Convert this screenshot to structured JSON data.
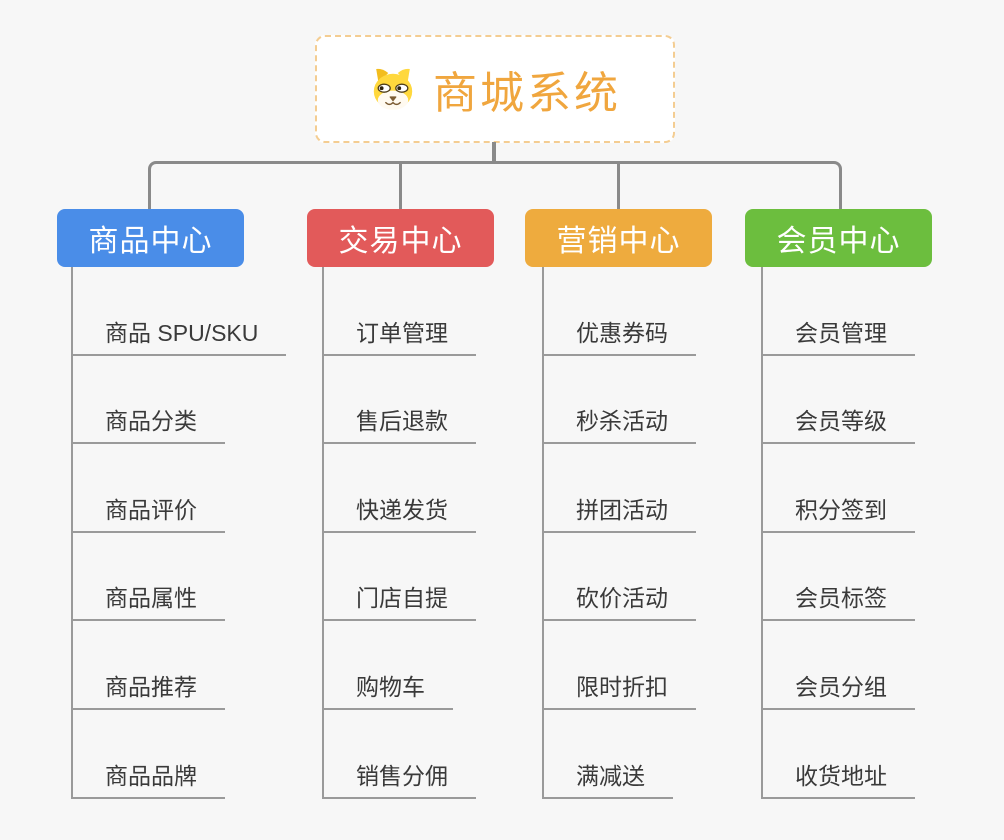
{
  "page": {
    "background": "#f7f7f7"
  },
  "root": {
    "title": "商城系统",
    "icon": "dog-icon",
    "title_color": "#f0a63e",
    "border_color": "#f4cd92"
  },
  "connector_color": "#8a8a8a",
  "branches": [
    {
      "label": "商品中心",
      "color": "#4a8de8",
      "children": [
        "商品 SPU/SKU",
        "商品分类",
        "商品评价",
        "商品属性",
        "商品推荐",
        "商品品牌"
      ]
    },
    {
      "label": "交易中心",
      "color": "#e25a5a",
      "children": [
        "订单管理",
        "售后退款",
        "快递发货",
        "门店自提",
        "购物车",
        "销售分佣"
      ]
    },
    {
      "label": "营销中心",
      "color": "#eeab3e",
      "children": [
        "优惠券码",
        "秒杀活动",
        "拼团活动",
        "砍价活动",
        "限时折扣",
        "满减送"
      ]
    },
    {
      "label": "会员中心",
      "color": "#6cbe3e",
      "children": [
        "会员管理",
        "会员等级",
        "积分签到",
        "会员标签",
        "会员分组",
        "收货地址"
      ]
    }
  ]
}
